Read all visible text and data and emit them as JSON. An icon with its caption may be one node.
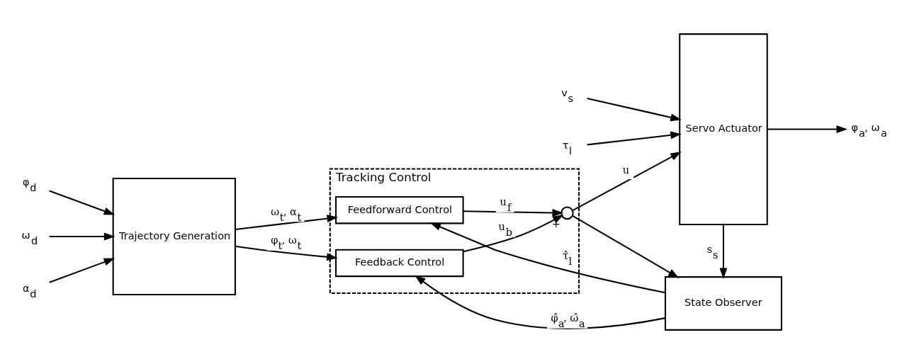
{
  "diagram": {
    "nodes": [
      {
        "text": [
          "Trajectory Generation"
        ]
      },
      {
        "text": [
          "Tracking Control"
        ]
      },
      {
        "text": [
          "Feedforward Control"
        ],
        "in": 1
      },
      {
        "text": [
          "Feedback Control"
        ],
        "in": 1
      },
      {
        "text": [],
        "shape": "circle",
        "in": 1,
        "beside": [
          "+"
        ]
      },
      {
        "text": [
          "Servo Actuator"
        ]
      },
      {
        "text": [
          "State Observer"
        ]
      },
      {
        "text": [
          "φ$_{d}$"
        ]
      },
      {
        "text": [
          "ω$_{d}$"
        ]
      },
      {
        "text": [
          "α$_{d}$"
        ]
      },
      {
        "text": [
          "v$_{s}$"
        ]
      },
      {
        "text": [
          "τ$_{l}$"
        ]
      },
      {
        "text": [
          "φ$_{a}$, ω$_{a}$"
        ]
      }
    ],
    "edges": [
      {
        "from": 7,
        "to": 0,
        "arrow": "to"
      },
      {
        "from": 8,
        "to": 0,
        "arrow": "to"
      },
      {
        "from": 9,
        "to": 0,
        "arrow": "to"
      },
      {
        "from": 0,
        "to": 2,
        "arrow": "to",
        "label": "ω$_{t}$, α$_{t}$"
      },
      {
        "from": 0,
        "to": 3,
        "arrow": "to",
        "label": "φ$_{t}$, ω$_{t}$"
      },
      {
        "from": 2,
        "to": 4,
        "arrow": "to",
        "label": "u$_{f}$"
      },
      {
        "from": 3,
        "to": 4,
        "arrow": "to",
        "label": "u$_{b}$"
      },
      {
        "from": 4,
        "to": 5,
        "arrow": "to",
        "label": "u"
      },
      {
        "from": 4,
        "to": 6,
        "arrow": "to"
      },
      {
        "from": 10,
        "to": 5,
        "arrow": "to"
      },
      {
        "from": 11,
        "to": 5,
        "arrow": "to"
      },
      {
        "from": 5,
        "to": 12,
        "arrow": "to"
      },
      {
        "from": 5,
        "to": 6,
        "arrow": "to",
        "label": "s$_{s}$"
      },
      {
        "from": 6,
        "to": 3,
        "arrow": "to",
        "label": "φ̂$_{a}$, ω̂$_{a}$"
      },
      {
        "from": 6,
        "to": 2,
        "arrow": "to",
        "label": "τ̂$_{l}$"
      }
    ]
  }
}
